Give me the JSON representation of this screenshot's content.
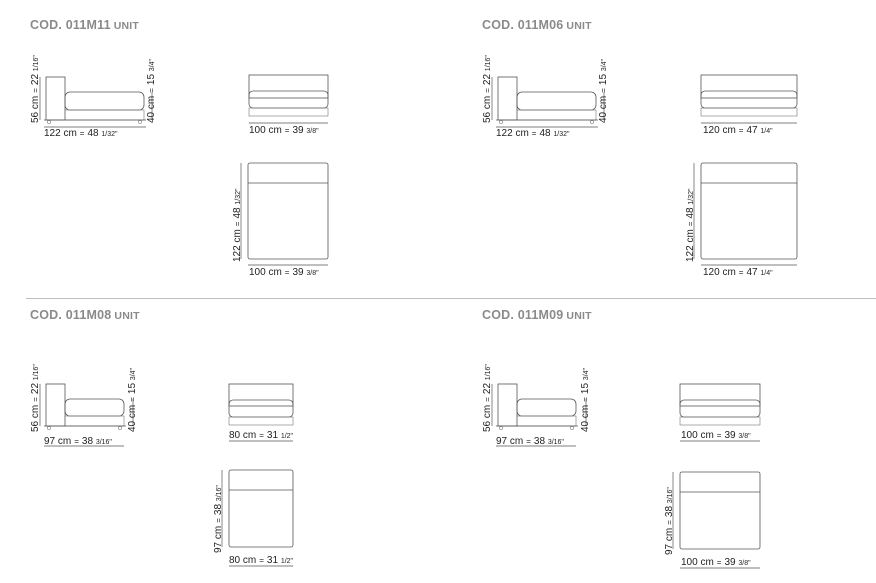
{
  "modules": [
    {
      "code": "COD. 011M11",
      "unit": "UNIT",
      "side_h_total": "56 cm",
      "side_h_total_in": "22",
      "side_h_total_frac": "1/16\"",
      "side_w": "122 cm",
      "side_w_in": "48",
      "side_w_frac": "1/32\"",
      "side_seat_h": "40 cm",
      "side_seat_h_in": "15",
      "side_seat_h_frac": "3/4\"",
      "front_w": "100 cm",
      "front_w_in": "39",
      "front_w_frac": "3/8\"",
      "top_d": "122 cm",
      "top_d_in": "48",
      "top_d_frac": "1/32\"",
      "top_w": "100 cm",
      "top_w_in": "39",
      "top_w_frac": "3/8\""
    },
    {
      "code": "COD. 011M06",
      "unit": "UNIT",
      "side_h_total": "56 cm",
      "side_h_total_in": "22",
      "side_h_total_frac": "1/16\"",
      "side_w": "122 cm",
      "side_w_in": "48",
      "side_w_frac": "1/32\"",
      "side_seat_h": "40 cm",
      "side_seat_h_in": "15",
      "side_seat_h_frac": "3/4\"",
      "front_w": "120 cm",
      "front_w_in": "47",
      "front_w_frac": "1/4\"",
      "top_d": "122 cm",
      "top_d_in": "48",
      "top_d_frac": "1/32\"",
      "top_w": "120 cm",
      "top_w_in": "47",
      "top_w_frac": "1/4\""
    },
    {
      "code": "COD. 011M08",
      "unit": "UNIT",
      "side_h_total": "56 cm",
      "side_h_total_in": "22",
      "side_h_total_frac": "1/16\"",
      "side_w": "97 cm",
      "side_w_in": "38",
      "side_w_frac": "3/16\"",
      "side_seat_h": "40 cm",
      "side_seat_h_in": "15",
      "side_seat_h_frac": "3/4\"",
      "front_w": "80 cm",
      "front_w_in": "31",
      "front_w_frac": "1/2\"",
      "top_d": "97 cm",
      "top_d_in": "38",
      "top_d_frac": "3/16\"",
      "top_w": "80 cm",
      "top_w_in": "31",
      "top_w_frac": "1/2\""
    },
    {
      "code": "COD. 011M09",
      "unit": "UNIT",
      "side_h_total": "56 cm",
      "side_h_total_in": "22",
      "side_h_total_frac": "1/16\"",
      "side_w": "97 cm",
      "side_w_in": "38",
      "side_w_frac": "3/16\"",
      "side_seat_h": "40 cm",
      "side_seat_h_in": "15",
      "side_seat_h_frac": "3/4\"",
      "front_w": "100 cm",
      "front_w_in": "39",
      "front_w_frac": "3/8\"",
      "top_d": "97 cm",
      "top_d_in": "38",
      "top_d_frac": "3/16\"",
      "top_w": "100 cm",
      "top_w_in": "39",
      "top_w_frac": "3/8\""
    }
  ],
  "separator": "="
}
